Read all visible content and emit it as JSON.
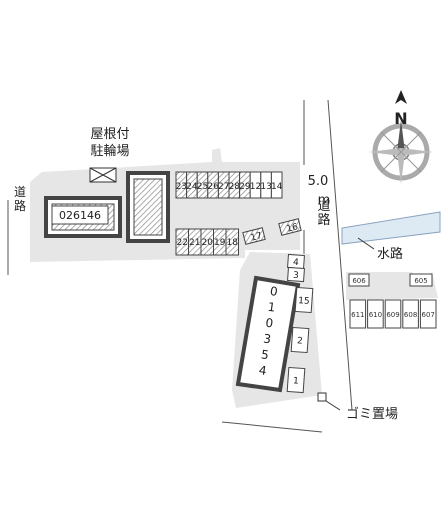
{
  "labels": {
    "bike_shed_line1": "屋根付",
    "bike_shed_line2": "駐輪場",
    "road_left": "道路",
    "road_main_width": "5.0",
    "road_main_unit": "m",
    "road_main_label": "道路",
    "waterway": "水路",
    "garbage": "ゴミ置場",
    "compass_n": "N"
  },
  "buildings": {
    "west_code": "026146",
    "south_code": "010354"
  },
  "parking": {
    "top_row": [
      "23",
      "24",
      "25",
      "26",
      "27",
      "28",
      "29",
      "12",
      "13",
      "14"
    ],
    "bottom_row": [
      "22",
      "21",
      "20",
      "19",
      "18"
    ],
    "angled": [
      "17",
      "16"
    ],
    "east_column": [
      "4",
      "3",
      "15",
      "2",
      "1"
    ]
  },
  "bike_lots": {
    "top": [
      "606",
      "605"
    ],
    "row": [
      "611",
      "610",
      "609",
      "608",
      "607"
    ]
  }
}
